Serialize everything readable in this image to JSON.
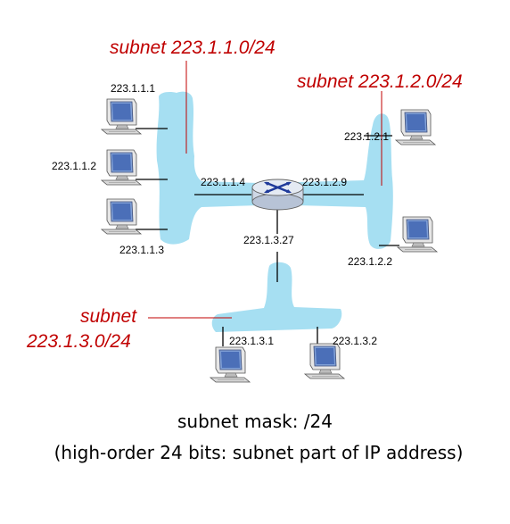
{
  "colors": {
    "subnet_cloud": "#a6dff2",
    "subnet_label": "#c00000",
    "router_body": "#cfd8e6",
    "router_arrows": "#1f3a9a",
    "host_screen": "#7f9fd6",
    "host_body": "#d9d9d9"
  },
  "subnets": {
    "s1": {
      "label": "subnet 223.1.1.0/24"
    },
    "s2": {
      "label": "subnet 223.1.2.0/24"
    },
    "s3": {
      "label_line1": "subnet",
      "label_line2": "223.1.3.0/24"
    }
  },
  "hosts": {
    "h111": {
      "ip": "223.1.1.1",
      "icon": "desktop-computer-icon"
    },
    "h112": {
      "ip": "223.1.1.2",
      "icon": "desktop-computer-icon"
    },
    "h113": {
      "ip": "223.1.1.3",
      "icon": "desktop-computer-icon"
    },
    "h121": {
      "ip": "223.1.2.1",
      "icon": "desktop-computer-icon"
    },
    "h122": {
      "ip": "223.1.2.2",
      "icon": "desktop-computer-icon"
    },
    "h131": {
      "ip": "223.1.3.1",
      "icon": "desktop-computer-icon"
    },
    "h132": {
      "ip": "223.1.3.2",
      "icon": "desktop-computer-icon"
    }
  },
  "router": {
    "icon": "router-icon",
    "interfaces": {
      "if1": "223.1.1.4",
      "if2": "223.1.2.9",
      "if3": "223.1.3.27"
    }
  },
  "caption": {
    "line1": "subnet mask: /24",
    "line2": "(high-order 24 bits: subnet part of IP address)"
  }
}
